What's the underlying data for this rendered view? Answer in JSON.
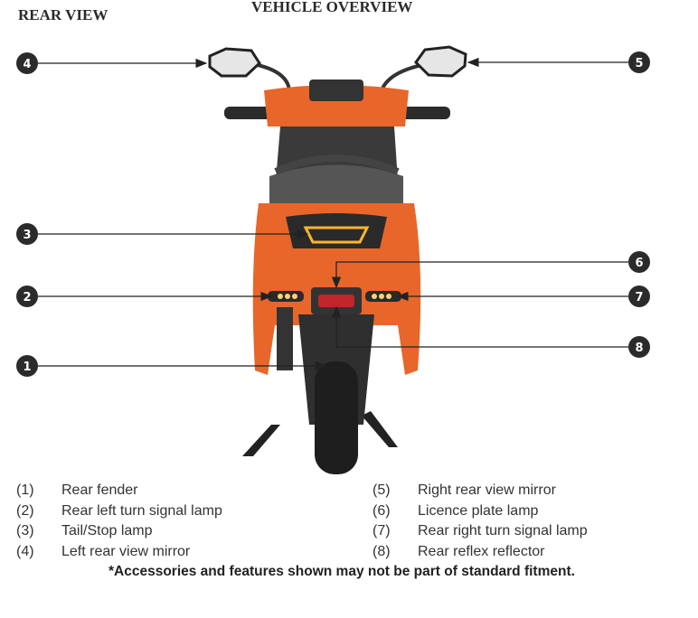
{
  "header": {
    "section": "REAR VIEW",
    "title": "VEHICLE OVERVIEW"
  },
  "callouts": [
    "1",
    "2",
    "3",
    "4",
    "5",
    "6",
    "7",
    "8"
  ],
  "legend": {
    "left": [
      {
        "num": "(1)",
        "label": "Rear fender"
      },
      {
        "num": "(2)",
        "label": "Rear left turn signal lamp"
      },
      {
        "num": "(3)",
        "label": "Tail/Stop lamp"
      },
      {
        "num": "(4)",
        "label": "Left rear view mirror"
      }
    ],
    "right": [
      {
        "num": "(5)",
        "label": "Right rear view mirror"
      },
      {
        "num": "(6)",
        "label": "Licence plate lamp"
      },
      {
        "num": "(7)",
        "label": "Rear right turn signal lamp"
      },
      {
        "num": "(8)",
        "label": "Rear reflex reflector"
      }
    ]
  },
  "note": "*Accessories and features shown may not be part of standard fitment.",
  "colors": {
    "body": "#e8662a",
    "badge": "#2b2b2b"
  }
}
